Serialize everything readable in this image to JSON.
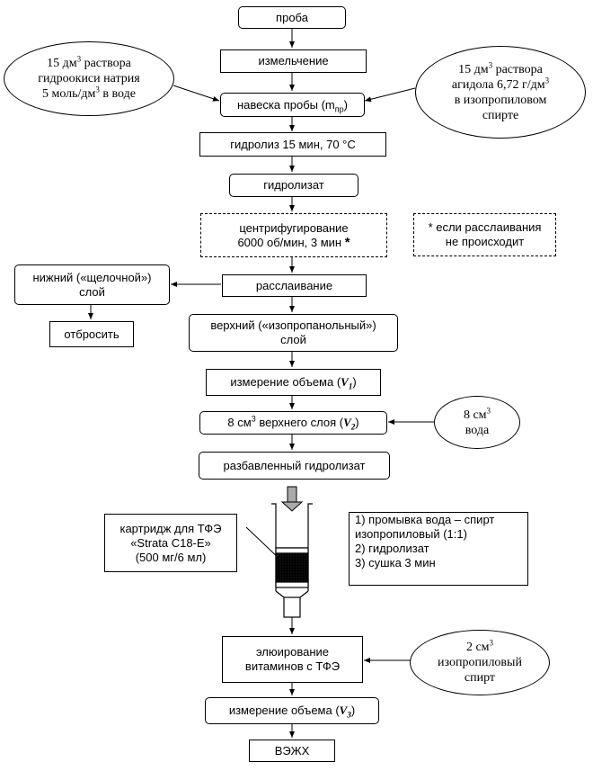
{
  "steps": {
    "sample": "проба",
    "grinding": "измельчение",
    "weighing_a": "навеска пробы (m",
    "weighing_sub": "пр",
    "weighing_b": ")",
    "hydrolysis": "гидролиз 15 мин, 70 °С",
    "hydrolysate": "гидролизат",
    "centrifuge_line1": "центрифугирование",
    "centrifuge_line2": "6000 об/мин, 3 мин",
    "asterisk": "*",
    "separation": "расслаивание",
    "lower_layer_line1": "нижний («щелочной»)",
    "lower_layer_line2": "слой",
    "discard": "отбросить",
    "upper_layer_line1": "верхний («изопропанольный»)",
    "upper_layer_line2": "слой",
    "volume1_a": "измерение объема (",
    "volume1_var": "V",
    "volume1_sub": "1",
    "volume1_b": ")",
    "aliquot_a": "8 см",
    "aliquot_sup": "3",
    "aliquot_b": " верхнего слоя (",
    "aliquot_var": "V",
    "aliquot_sub": "2",
    "aliquot_c": ")",
    "diluted": "разбавленный гидролизат",
    "elution_line1": "элюирование",
    "elution_line2": "витаминов с ТФЭ",
    "volume3_a": "измерение объема (",
    "volume3_var": "V",
    "volume3_sub": "3",
    "volume3_b": ")",
    "hplc": "ВЭЖХ"
  },
  "notes": {
    "no_separation_line1": "* если расслаивания",
    "no_separation_line2": "не происходит",
    "cartridge_line1": "картридж для ТФЭ",
    "cartridge_line2": "«Strata C18-E»",
    "cartridge_line3": "(500 мг/6 мл)",
    "spe_steps_line1": "1) промывка вода – спирт",
    "spe_steps_line2": "изопропиловый (1:1)",
    "spe_steps_line3": "2) гидролизат",
    "spe_steps_line4": "3) сушка 3 мин"
  },
  "reagents": {
    "naoh_a": "15 дм",
    "naoh_sup": "3",
    "naoh_b": " раствора",
    "naoh_line2": "гидроокиси натрия",
    "naoh_c": "5 моль/дм",
    "naoh_sup2": "3",
    "naoh_d": " в воде",
    "agidol_a": "15 дм",
    "agidol_sup": "3",
    "agidol_b": " раствора",
    "agidol_c": "агидола 6,72  г/дм",
    "agidol_sup2": "3",
    "agidol_line3": "в изопропиловом",
    "agidol_line4": "спирте",
    "water_a": "8 см",
    "water_sup": "3",
    "water_line2": "вода",
    "ipa_a": "2 см",
    "ipa_sup": "3",
    "ipa_line2": "изопропиловый",
    "ipa_line3": "спирт"
  }
}
